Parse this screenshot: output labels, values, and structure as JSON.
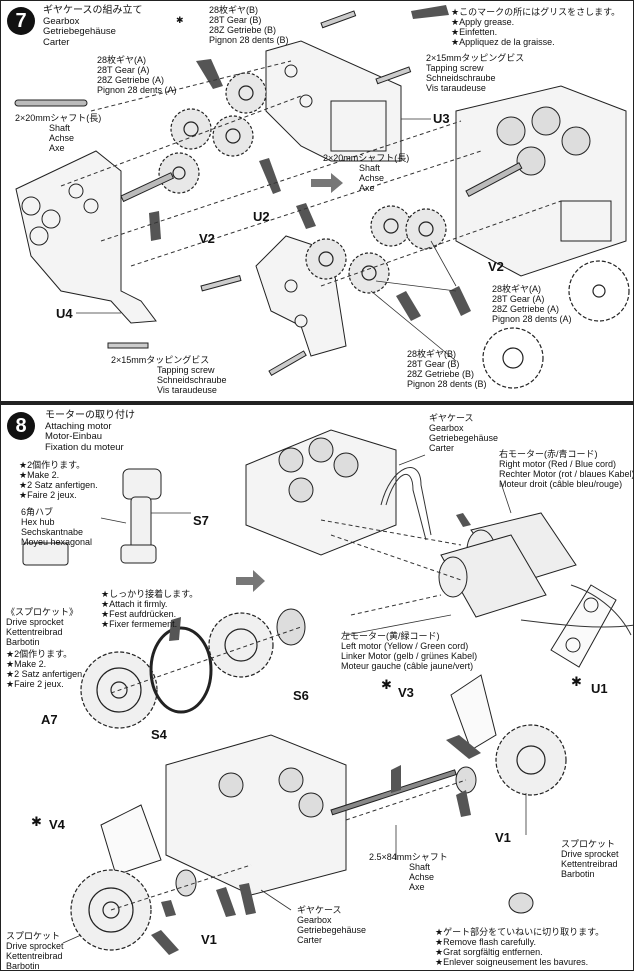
{
  "step7": {
    "number": "7",
    "title_lines": [
      "ギヤケースの組み立て",
      "Gearbox",
      "Getriebegehäuse",
      "Carter"
    ],
    "grease_note": [
      "★このマークの所にはグリスをさします。",
      "★Apply grease.",
      "★Einfetten.",
      "★Appliquez de la graisse."
    ],
    "gear_b_top": [
      "28枚ギヤ(B)",
      "28T Gear (B)",
      "28Z Getriebe (B)",
      "Pignon 28 dents (B)"
    ],
    "gear_a_top": [
      "28枚ギヤ(A)",
      "28T Gear (A)",
      "28Z Getriebe (A)",
      "Pignon 28 dents (A)"
    ],
    "tapping_screw_top": [
      "2×15mmタッピングビス",
      "Tapping screw",
      "Schneidschraube",
      "Vis taraudeuse"
    ],
    "shaft_left": [
      "2×20mmシャフト(長)",
      "Shaft",
      "Achse",
      "Axe"
    ],
    "shaft_mid": [
      "2×20mmシャフト(長)",
      "Shaft",
      "Achse",
      "Axe"
    ],
    "gear_a_right": [
      "28枚ギヤ(A)",
      "28T Gear (A)",
      "28Z Getriebe (A)",
      "Pignon 28 dents (A)"
    ],
    "gear_b_bottom": [
      "28枚ギヤ(B)",
      "28T Gear (B)",
      "28Z Getriebe (B)",
      "Pignon 28 dents (B)"
    ],
    "tapping_screw_bottom": [
      "2×15mmタッピングビス",
      "Tapping screw",
      "Schneidschraube",
      "Vis taraudeuse"
    ],
    "parts": {
      "u3": "U3",
      "u2": "U2",
      "u4": "U4",
      "v2_left": "V2",
      "v2_right": "V2"
    }
  },
  "step8": {
    "number": "8",
    "title_lines": [
      "モーターの取り付け",
      "Attaching motor",
      "Motor-Einbau",
      "Fixation du moteur"
    ],
    "make2_top": [
      "★2個作ります。",
      "★Make 2.",
      "★2 Satz anfertigen.",
      "★Faire 2 jeux."
    ],
    "hex_hub": [
      "6角ハブ",
      "Hex hub",
      "Sechskantnabe",
      "Moyeu hexagonal"
    ],
    "gearbox_top": [
      "ギヤケース",
      "Gearbox",
      "Getriebegehäuse",
      "Carter"
    ],
    "right_motor": [
      "右モーター(赤/青コード)",
      "Right motor (Red / Blue cord)",
      "Rechter Motor (rot / blaues Kabel)",
      "Moteur droit (câble bleu/rouge)"
    ],
    "attach_firmly": [
      "★しっかり接着します。",
      "★Attach it firmly.",
      "★Fest aufdrücken.",
      "★Fixer fermement."
    ],
    "sprocket_left": [
      "《スプロケット》",
      "Drive sprocket",
      "Kettentreibrad",
      "Barbotin"
    ],
    "make2_mid": [
      "★2個作ります。",
      "★Make 2.",
      "★2 Satz anfertigen.",
      "★Faire 2 jeux."
    ],
    "left_motor": [
      "左モーター(黄/緑コード)",
      "Left motor (Yellow / Green cord)",
      "Linker Motor (gelb / grünes Kabel)",
      "Moteur gauche (câble jaune/vert)"
    ],
    "sprocket_right": [
      "スプロケット",
      "Drive sprocket",
      "Kettentreibrad",
      "Barbotin"
    ],
    "shaft_84": [
      "2.5×84mmシャフト",
      "Shaft",
      "Achse",
      "Axe"
    ],
    "gearbox_bottom": [
      "ギヤケース",
      "Gearbox",
      "Getriebegehäuse",
      "Carter"
    ],
    "sprocket_bottom_left": [
      "スプロケット",
      "Drive sprocket",
      "Kettentreibrad",
      "Barbotin"
    ],
    "flash_note": [
      "★ゲート部分をていねいに切り取ります。",
      "★Remove flash carefully.",
      "★Grat sorgfältig entfernen.",
      "★Enlever soigneusement les bavures."
    ],
    "parts": {
      "s7": "S7",
      "s6": "S6",
      "s4": "S4",
      "a7": "A7",
      "u1": "U1",
      "v3": "V3",
      "v4": "V4",
      "v1_mid": "V1",
      "v1_right": "V1"
    }
  }
}
